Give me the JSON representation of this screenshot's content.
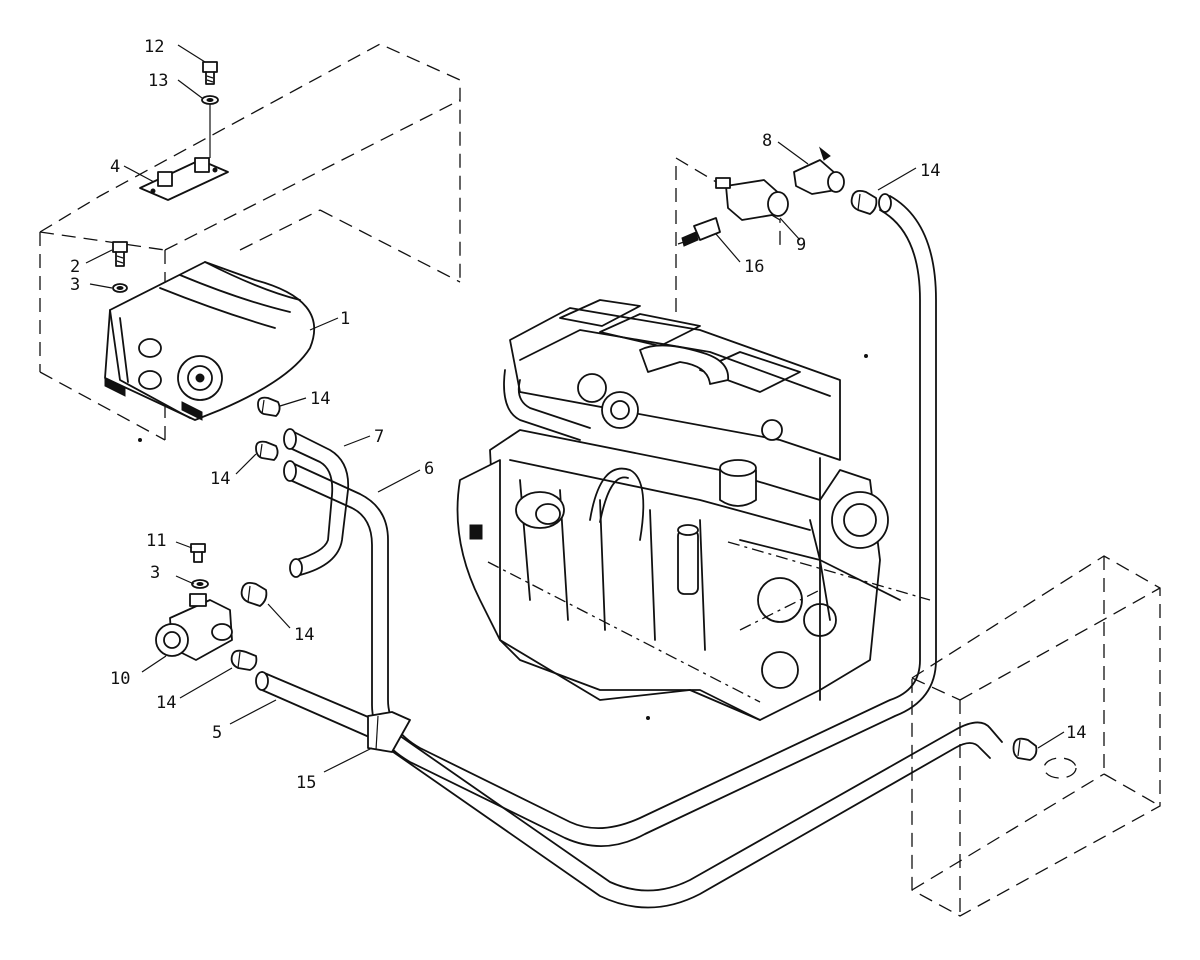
{
  "callouts": {
    "c12": "12",
    "c13": "13",
    "c4": "4",
    "c2": "2",
    "c3a": "3",
    "c1": "1",
    "c14a": "14",
    "c14b": "14",
    "c7": "7",
    "c6": "6",
    "c11": "11",
    "c3b": "3",
    "c14c": "14",
    "c10": "10",
    "c14d": "14",
    "c5": "5",
    "c15": "15",
    "c8": "8",
    "c14e": "14",
    "c9": "9",
    "c16": "16",
    "c14f": "14"
  }
}
